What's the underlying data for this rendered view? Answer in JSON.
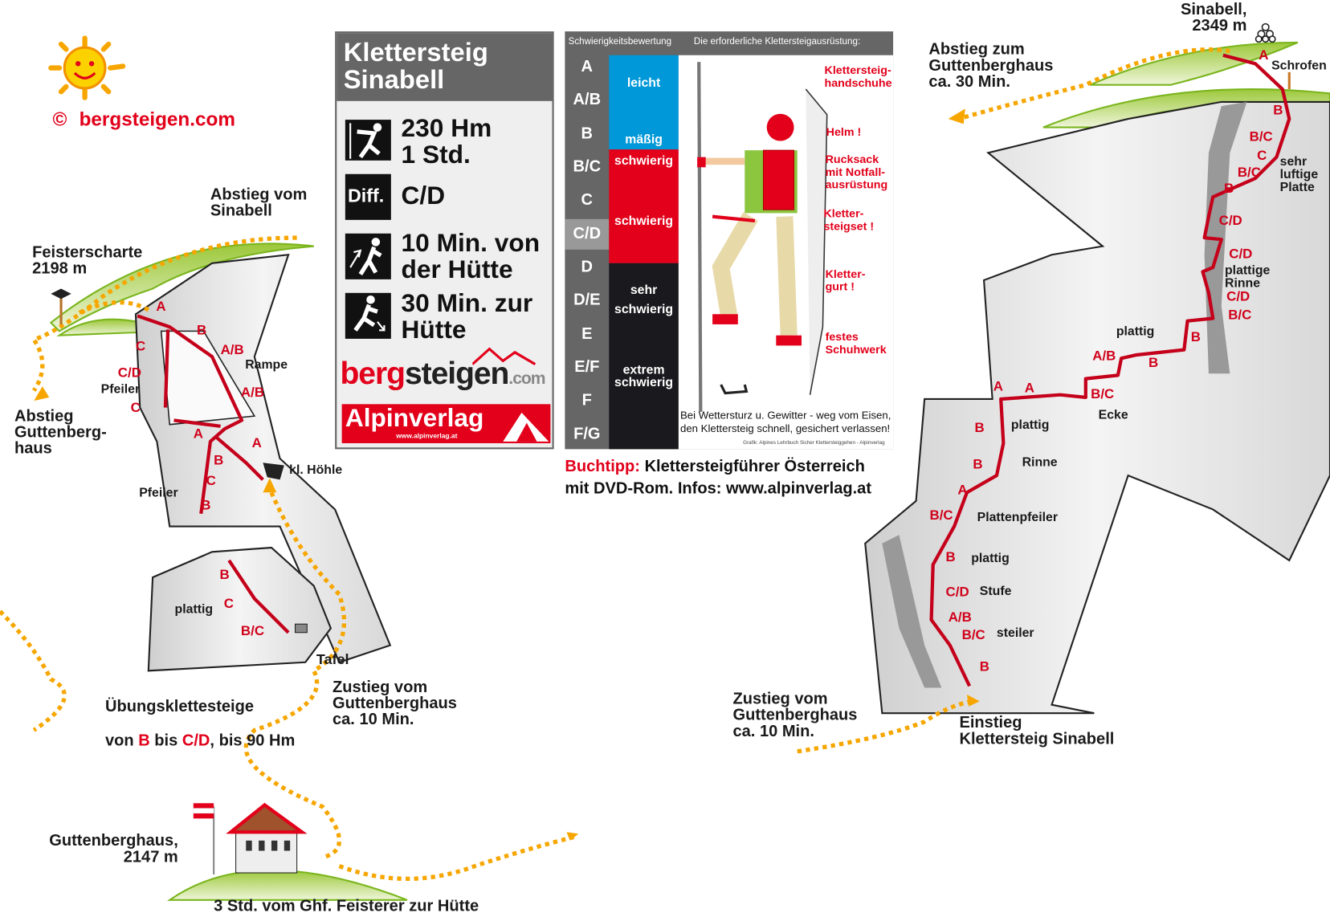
{
  "branding": {
    "copyright": "©",
    "site": "bergsteigen.com"
  },
  "infobox": {
    "title_line1": "Klettersteig",
    "title_line2": "Sinabell",
    "height": "230 Hm",
    "time": "1 Std.",
    "diff_label": "Diff.",
    "difficulty": "C/D",
    "approach_line1": "10 Min. von",
    "approach_line2": "der Hütte",
    "descent_line1": "30 Min. zur",
    "descent_line2": "Hütte",
    "logo_berg": "berg",
    "logo_steigen": "steigen",
    "logo_com": ".com",
    "publisher": "Alpinverlag",
    "publisher_url": "www.alpinverlag.at"
  },
  "grade_panel": {
    "header_left": "Schwierigkeitsbewertung",
    "header_right": "Die erforderliche Klettersteigausrüstung:",
    "scale": [
      "A",
      "A/B",
      "B",
      "B/C",
      "C",
      "C/D",
      "D",
      "D/E",
      "E",
      "E/F",
      "F",
      "F/G"
    ],
    "highlighted": "C/D",
    "bands": [
      "leicht",
      "mäßig",
      "schwierig",
      "schwierig",
      "sehr\nschwierig",
      "extrem\nschwierig"
    ],
    "equipment": [
      "Klettersteig-\nhandschuhe",
      "Helm !",
      "Rucksack\nmit Notfall-\nausrüstung",
      "Kletter-\nsteigset !",
      "Kletter-\ngurt !",
      "festes\nSchuhwerk"
    ],
    "warning_line1": "Bei Wettersturz u. Gewitter - weg vom Eisen,",
    "warning_line2": "den Klettersteig schnell, gesichert verlassen!",
    "credit": "Grafik: Alpines Lehrbuch Sicher Klettersteiggehen - Alpinverlag",
    "colors": {
      "blue": "#0098d8",
      "red": "#e2001a",
      "black": "#1a1a1e",
      "grey": "#666666"
    }
  },
  "book_tip": {
    "label": "Buchtipp:",
    "line1": "Klettersteigführer Österreich",
    "line2": "mit DVD-Rom. Infos: www.alpinverlag.at"
  },
  "left_topo": {
    "descent_from_summit": "Abstieg vom\nSinabell",
    "saddle": "Feisterscharte\n2198 m",
    "descent_to_hut": "Abstieg\nGuttenberg-\nhaus",
    "practice_line1_a": "Übungsklettesteige",
    "practice_line2_a": "von ",
    "practice_b": "B",
    "practice_bis": " bis ",
    "practice_cd": "C/D",
    "practice_rest": ", bis 90 Hm",
    "approach": "Zustieg vom\nGuttenberghaus\nca. 10 Min.",
    "hut": "Guttenberghaus,\n2147 m",
    "from_station": "3 Std. vom Ghf. Feisterer zur Hütte",
    "grades": [
      "A",
      "B",
      "A/B",
      "C",
      "C/D",
      "C",
      "A/B",
      "A",
      "A",
      "B",
      "C",
      "B",
      "B",
      "C",
      "B/C"
    ],
    "notes": [
      "Rampe",
      "Pfeiler",
      "Pfeiler",
      "kl. Höhle",
      "plattig",
      "Tafel"
    ]
  },
  "right_topo": {
    "summit": "Sinabell,\n2349 m",
    "descent": "Abstieg zum\nGuttenberghaus\nca. 30 Min.",
    "approach": "Zustieg vom\nGuttenberghaus\nca. 10 Min.",
    "start": "Einstieg\nKlettersteig Sinabell",
    "grades": [
      "A",
      "B",
      "B/C",
      "C",
      "B/C",
      "B",
      "C/D",
      "C/D",
      "C/D",
      "B/C",
      "B",
      "A/B",
      "B",
      "B/C",
      "A",
      "A",
      "B",
      "B",
      "A",
      "B/C",
      "B",
      "C/D",
      "A/B",
      "B/C",
      "B"
    ],
    "notes": [
      "Schrofen",
      "sehr\nluftige\nPlatte",
      "plattige\nRinne",
      "plattig",
      "Ecke",
      "plattig",
      "Rinne",
      "Plattenpfeiler",
      "plattig",
      "Stufe",
      "steiler"
    ]
  }
}
